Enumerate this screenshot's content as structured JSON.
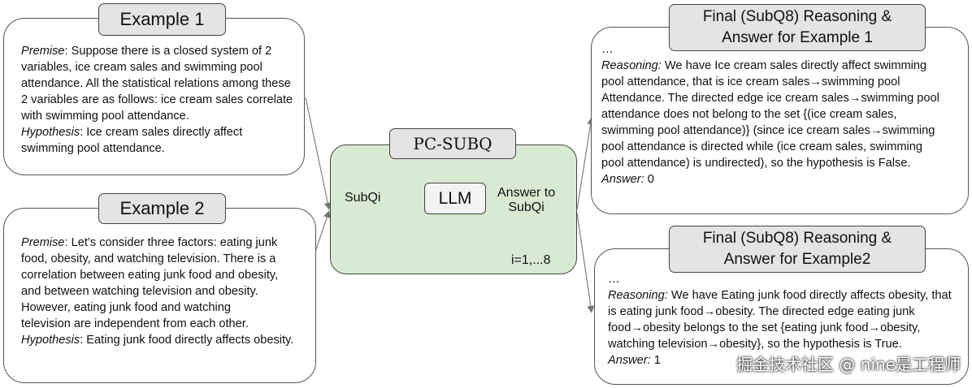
{
  "example1": {
    "title": "Example 1",
    "premise_label": "Premise",
    "premise_text": ": Suppose there is a closed system of 2 variables, ice cream sales and swimming pool attendance. All the statistical relations among these 2 variables are as follows: ice cream sales correlate with swimming pool attendance.",
    "hypothesis_label": "Hypothesis",
    "hypothesis_text": ": Ice cream sales directly affect swimming pool attendance."
  },
  "example2": {
    "title": "Example 2",
    "premise_label": "Premise",
    "premise_text": ": Let’s consider three factors: eating junk food, obesity, and watching television. There is a correlation  between eating junk food and obesity, and between watching television and obesity. However, eating junk food and watching\ntelevision are independent from each other.",
    "hypothesis_label": "Hypothesis",
    "hypothesis_text": ": Eating junk food directly affects obesity."
  },
  "center": {
    "title": "PC-SUBQ",
    "llm": "LLM",
    "input": "SubQi",
    "output": "Answer to\nSubQi",
    "iter": "i=1,...8"
  },
  "final1": {
    "title": "Final (SubQ8) Reasoning & Answer for Example 1",
    "ellipsis": "…",
    "reasoning_label": "Reasoning:",
    "reasoning_text": " We have Ice cream sales directly affect swimming pool attendance, that is ice cream sales→swimming pool Attendance. The directed edge ice cream sales→swimming pool attendance does not belong to the set {(ice cream sales, swimming pool attendance)} (since ice cream sales→swimming pool attendance is directed while (ice cream sales, swimming pool attendance) is undirected), so the hypothesis is False.",
    "answer_label": "Answer:",
    "answer_value": " 0"
  },
  "final2": {
    "title": "Final (SubQ8) Reasoning & Answer for Example2",
    "ellipsis": "…",
    "reasoning_label": "Reasoning:",
    "reasoning_text": " We have Eating junk food directly affects obesity, that is eating junk food→obesity. The directed edge eating junk food→obesity belongs to the set {eating junk food→obesity, watching television→obesity}, so the hypothesis is True.",
    "answer_label": "Answer:",
    "answer_value": " 1"
  },
  "watermark": "掘金技术社区 @ nine是工程师"
}
